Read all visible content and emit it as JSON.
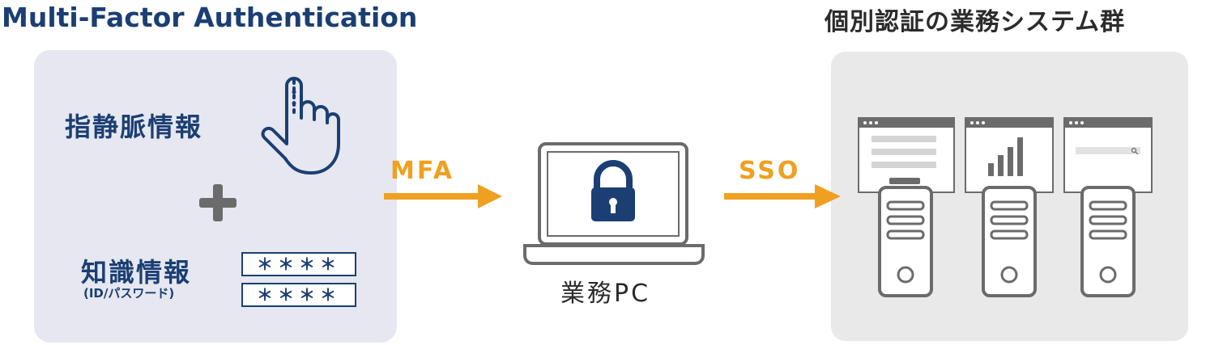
{
  "left_title": "Multi-Factor Authentication",
  "right_title": "個別認証の業務システム群",
  "factors": {
    "vein": "指静脈情報",
    "plus": "+",
    "knowledge": "知識情報",
    "knowledge_sub": "(ID/パスワード)",
    "password_1": "＊＊＊＊",
    "password_2": "＊＊＊＊"
  },
  "arrows": {
    "mfa": "MFA",
    "sso": "SSO"
  },
  "pc_label": "業務PC",
  "colors": {
    "navy": "#1b3f73",
    "orange": "#f0a020",
    "gray": "#6b6b6b",
    "left_panel": "#e6e7f0",
    "right_panel": "#e9e9ea"
  },
  "icons": [
    "finger-touch-icon",
    "plus-icon",
    "lock-icon",
    "laptop-icon",
    "server-icon",
    "browser-window-icon",
    "bar-chart-icon",
    "search-icon"
  ]
}
